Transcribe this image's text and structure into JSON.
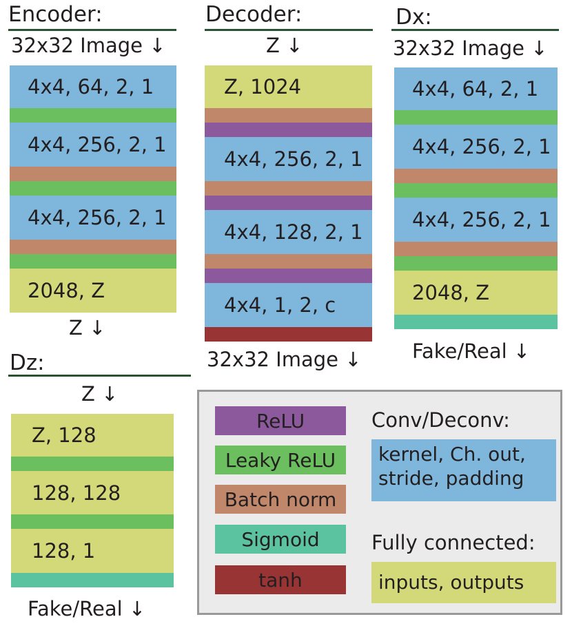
{
  "encoder": {
    "title": "Encoder:",
    "input": "32x32 Image",
    "output": "Z",
    "layers": [
      "4x4, 64, 2, 1",
      "4x4, 256, 2, 1",
      "4x4, 256, 2, 1",
      "2048, Z"
    ]
  },
  "decoder": {
    "title": "Decoder:",
    "input": "Z",
    "output": "32x32 Image",
    "layers": [
      "Z, 1024",
      "4x4, 256, 2, 1",
      "4x4, 128, 2, 1",
      "4x4, 1, 2, c"
    ]
  },
  "dx": {
    "title": "Dx:",
    "input": "32x32 Image",
    "output": "Fake/Real",
    "layers": [
      "4x4, 64, 2, 1",
      "4x4, 256, 2, 1",
      "4x4, 256, 2, 1",
      "2048, Z"
    ]
  },
  "dz": {
    "title": "Dz:",
    "input": "Z",
    "output": "Fake/Real",
    "layers": [
      "Z, 128",
      "128, 128",
      "128, 1"
    ]
  },
  "arrow_glyph": "↓",
  "legend": {
    "relu": "ReLU",
    "leaky_relu": "Leaky ReLU",
    "batch_norm": "Batch norm",
    "sigmoid": "Sigmoid",
    "tanh": "tanh",
    "conv_title": "Conv/Deconv:",
    "conv_desc_1": "kernel, Ch. out,",
    "conv_desc_2": "stride, padding",
    "fc_title": "Fully connected:",
    "fc_desc": "inputs, outputs"
  },
  "colors": {
    "conv": "#7fb6dc",
    "fully_connected": "#d3d979",
    "leaky_relu": "#6bbf5f",
    "batch_norm": "#c1876a",
    "relu": "#8c5a9c",
    "sigmoid": "#5cc3a0",
    "tanh": "#993434",
    "rule": "#2a5232"
  }
}
